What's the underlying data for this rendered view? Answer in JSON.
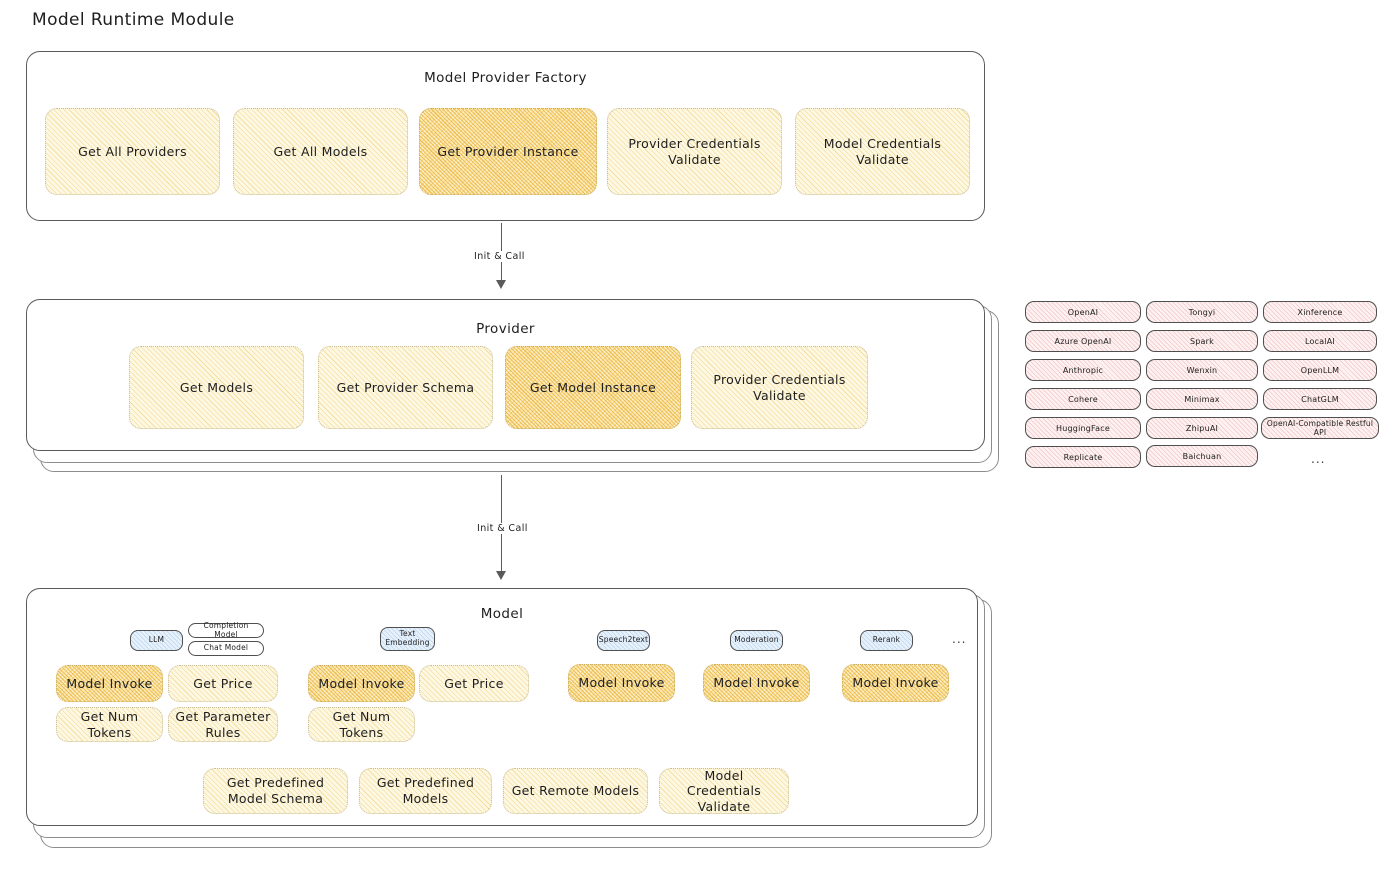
{
  "page": {
    "title": "Model Runtime Module"
  },
  "factory": {
    "title": "Model Provider Factory",
    "cards": [
      {
        "label": "Get All Providers",
        "highlight": false
      },
      {
        "label": "Get All Models",
        "highlight": false
      },
      {
        "label": "Get Provider Instance",
        "highlight": true
      },
      {
        "label": "Provider Credentials Validate",
        "highlight": false
      },
      {
        "label": "Model Credentials Validate",
        "highlight": false
      }
    ]
  },
  "arrows": {
    "factory_to_provider": "Init & Call",
    "provider_to_model": "Init & Call"
  },
  "provider": {
    "title": "Provider",
    "cards": [
      {
        "label": "Get Models",
        "highlight": false
      },
      {
        "label": "Get Provider Schema",
        "highlight": false
      },
      {
        "label": "Get Model Instance",
        "highlight": true
      },
      {
        "label": "Provider Credentials Validate",
        "highlight": false
      }
    ]
  },
  "provider_list": {
    "columns": [
      {
        "items": [
          "OpenAI",
          "Azure OpenAI",
          "Anthropic",
          "Cohere",
          "HuggingFace",
          "Replicate"
        ]
      },
      {
        "items": [
          "Tongyi",
          "Spark",
          "Wenxin",
          "Minimax",
          "ZhipuAI",
          "Baichuan"
        ]
      },
      {
        "items": [
          "Xinference",
          "LocalAI",
          "OpenLLM",
          "ChatGLM",
          "OpenAI-Compatible Restful API"
        ]
      }
    ],
    "more": "..."
  },
  "model": {
    "title": "Model",
    "more": "...",
    "types": [
      {
        "name": "LLM",
        "subtags": [
          "Completion Model",
          "Chat Model"
        ],
        "methods": [
          {
            "label": "Model Invoke",
            "highlight": true
          },
          {
            "label": "Get Price",
            "highlight": false
          },
          {
            "label": "Get Num Tokens",
            "highlight": false
          },
          {
            "label": "Get Parameter Rules",
            "highlight": false
          }
        ]
      },
      {
        "name": "Text Embedding",
        "subtags": [],
        "methods": [
          {
            "label": "Model Invoke",
            "highlight": true
          },
          {
            "label": "Get Price",
            "highlight": false
          },
          {
            "label": "Get Num Tokens",
            "highlight": false
          }
        ]
      },
      {
        "name": "Speech2text",
        "subtags": [],
        "methods": [
          {
            "label": "Model Invoke",
            "highlight": true
          }
        ]
      },
      {
        "name": "Moderation",
        "subtags": [],
        "methods": [
          {
            "label": "Model Invoke",
            "highlight": true
          }
        ]
      },
      {
        "name": "Rerank",
        "subtags": [],
        "methods": [
          {
            "label": "Model Invoke",
            "highlight": true
          }
        ]
      }
    ],
    "shared_methods": [
      {
        "label": "Get Predefined Model Schema"
      },
      {
        "label": "Get Predefined Models"
      },
      {
        "label": "Get Remote Models"
      },
      {
        "label": "Model Credentials Validate"
      }
    ]
  },
  "colors": {
    "card_light": "#fdf8e3",
    "card_strong": "#fbeec4",
    "pill_pink": "#fdf1f1",
    "tag_blue": "#e7f1fb",
    "stroke": "#5a5a5a"
  }
}
